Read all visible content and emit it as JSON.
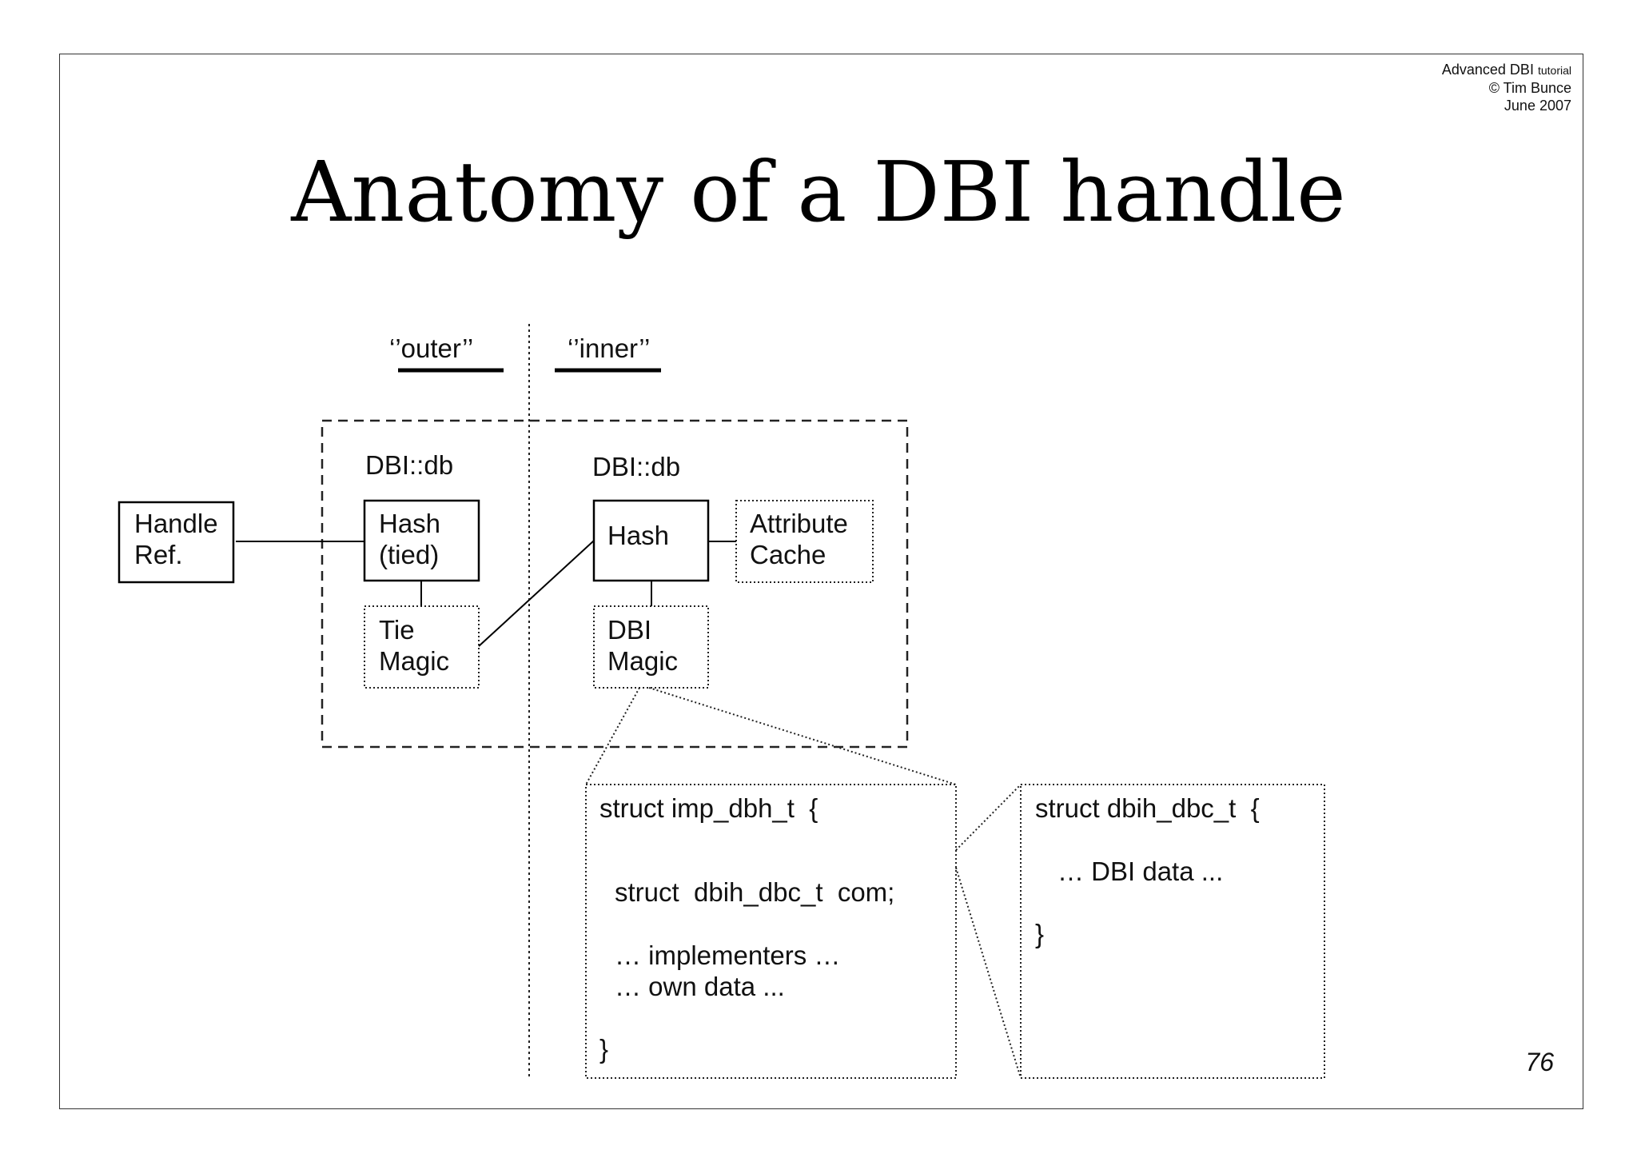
{
  "header": {
    "course_main": "Advanced DBI",
    "course_suffix": "tutorial",
    "author": "© Tim Bunce",
    "date": "June 2007"
  },
  "title": "Anatomy of a DBI handle",
  "columns": {
    "outer": "‘’outer’’",
    "inner": "‘’inner’’"
  },
  "outer_class": "DBI::db",
  "inner_class": "DBI::db",
  "boxes": {
    "handle_ref": [
      "Handle",
      "Ref."
    ],
    "hash_tied": [
      "Hash",
      "(tied)"
    ],
    "tie_magic": [
      "Tie",
      "Magic"
    ],
    "hash_inner": [
      "Hash"
    ],
    "attribute_cache": [
      "Attribute",
      "Cache"
    ],
    "dbi_magic": [
      "DBI",
      "Magic"
    ]
  },
  "struct_imp": {
    "header": "struct imp_dbh_t  {",
    "com_line": "struct  dbih_dbc_t  com;",
    "impl_line1": "… implementers …",
    "impl_line2": "… own data ...",
    "close": "}"
  },
  "struct_dbih": {
    "header": "struct dbih_dbc_t  {",
    "data_line": "… DBI data ...",
    "close": "}"
  },
  "page_number": "76"
}
